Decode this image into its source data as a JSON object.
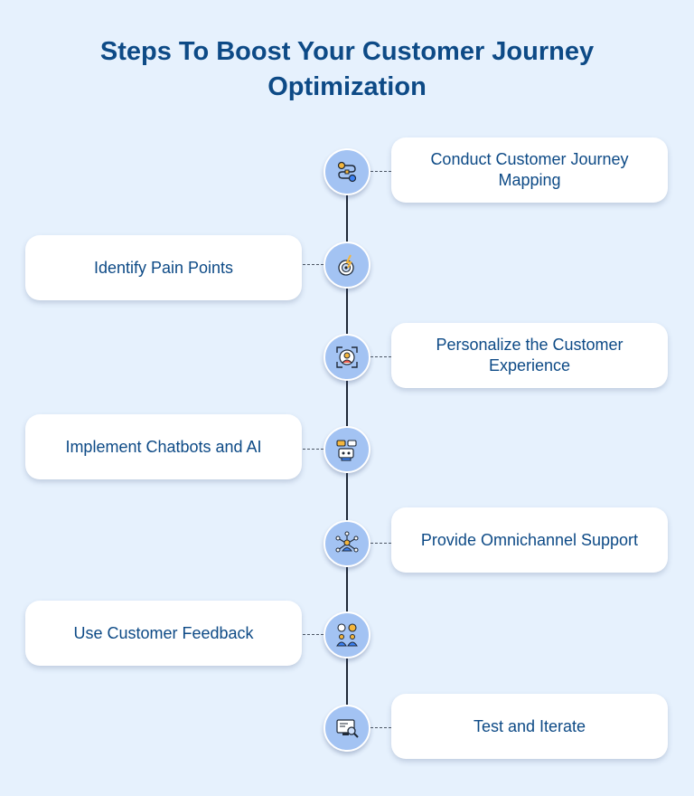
{
  "title": {
    "line1": "Steps To Boost Your Customer Journey",
    "line2": "Optimization"
  },
  "colors": {
    "background": "#e6f1fd",
    "title": "#0d4a86",
    "node_fill": "#a3c3f3",
    "card": "#ffffff"
  },
  "steps": [
    {
      "label": "Conduct Customer Journey Mapping",
      "icon": "journey-map-icon",
      "side": "right"
    },
    {
      "label": "Identify Pain Points",
      "icon": "target-bolt-icon",
      "side": "left"
    },
    {
      "label": "Personalize the Customer Experience",
      "icon": "personalize-user-icon",
      "side": "right"
    },
    {
      "label": "Implement Chatbots and AI",
      "icon": "chatbot-icon",
      "side": "left"
    },
    {
      "label": "Provide Omnichannel Support",
      "icon": "omnichannel-icon",
      "side": "right"
    },
    {
      "label": "Use Customer Feedback",
      "icon": "feedback-people-icon",
      "side": "left"
    },
    {
      "label": "Test and Iterate",
      "icon": "test-monitor-icon",
      "side": "right"
    }
  ]
}
